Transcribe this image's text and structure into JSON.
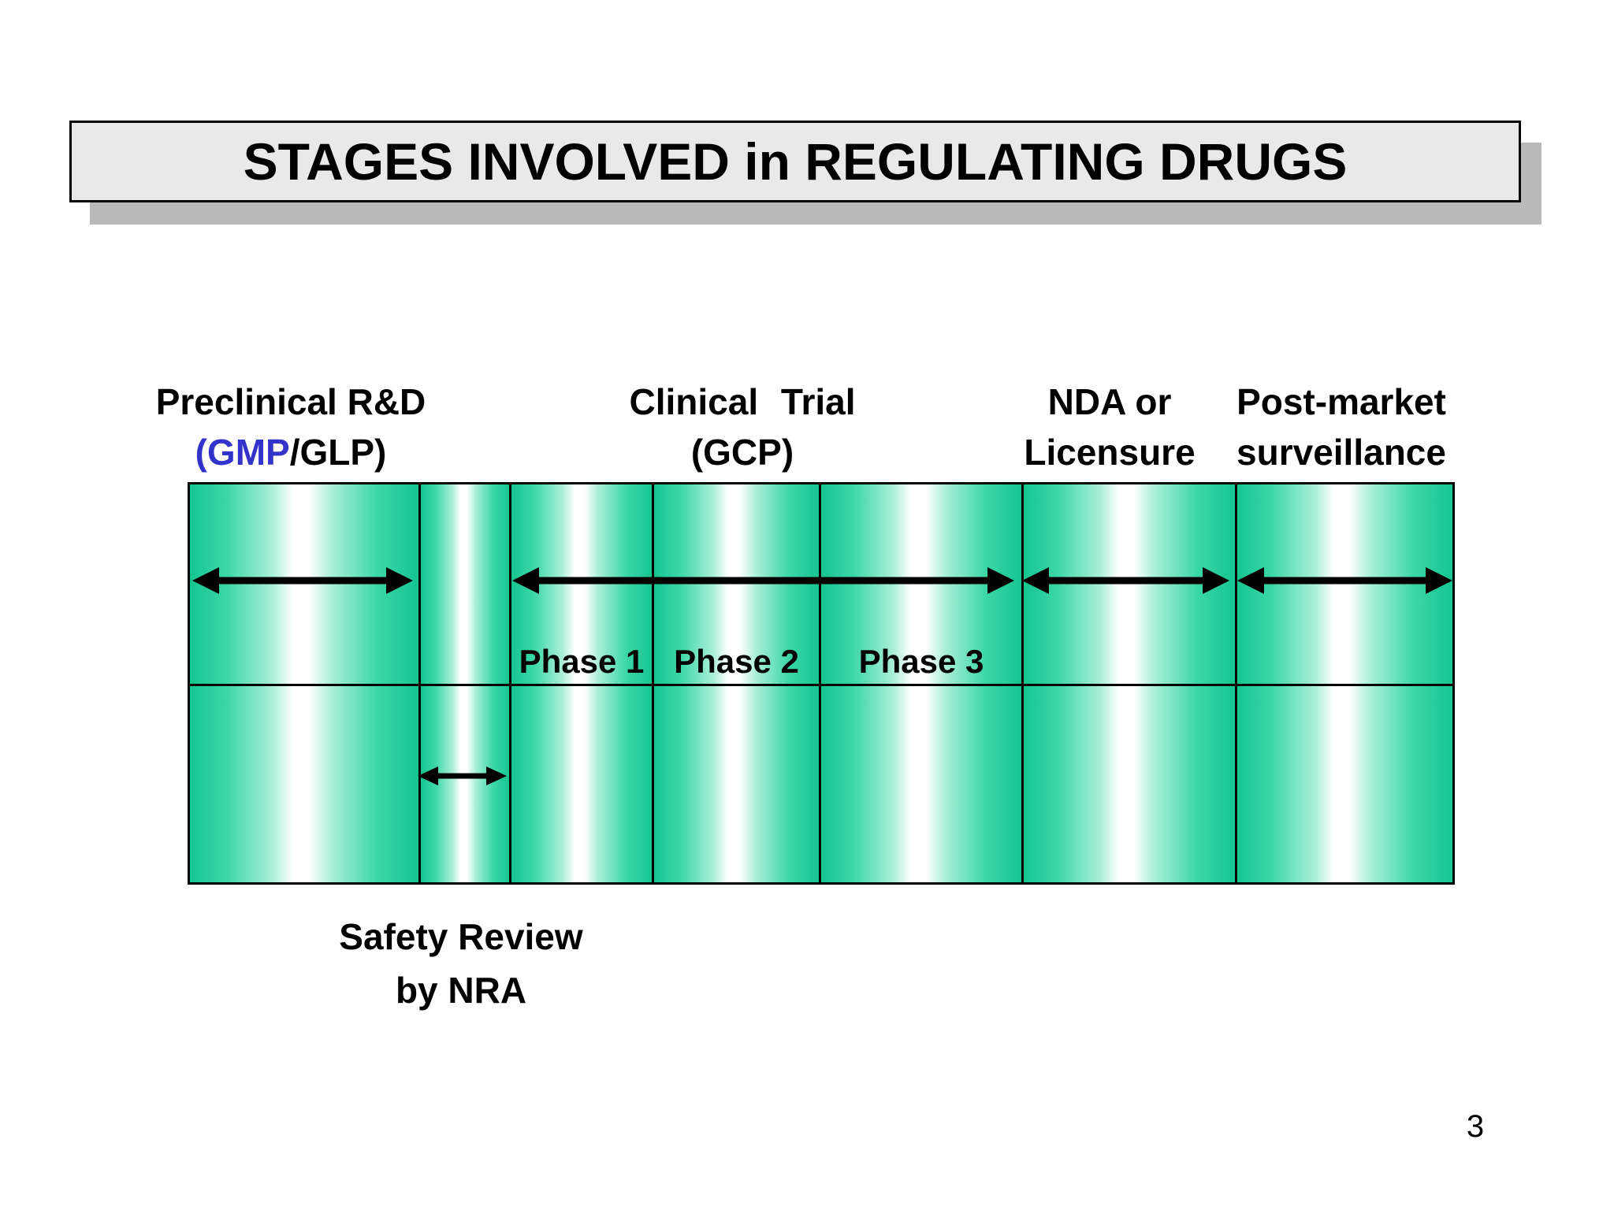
{
  "slide": {
    "title": "STAGES INVOLVED in REGULATING DRUGS",
    "page_number": "3"
  },
  "stages": {
    "preclinical": {
      "line1": "Preclinical R&D",
      "line2_gmp": "(GMP",
      "line2_rest": "/GLP)"
    },
    "clinical": {
      "line1": "Clinical Trial",
      "line2": "(GCP)"
    },
    "nda": {
      "line1": "NDA or",
      "line2": "Licensure"
    },
    "postmarket": {
      "line1": "Post-market",
      "line2": "surveillance"
    }
  },
  "phases": [
    "Phase 1",
    "Phase 2",
    "Phase 3"
  ],
  "safety_review": {
    "line1": "Safety Review",
    "line2": "by NRA"
  },
  "icons": {
    "double_arrow": "↔"
  },
  "colors": {
    "cell_green": "#15c590",
    "gmp_blue": "#3333cc",
    "title_bg": "#e9e9e9",
    "title_shadow": "#b9b9b9",
    "line_black": "#000000"
  }
}
